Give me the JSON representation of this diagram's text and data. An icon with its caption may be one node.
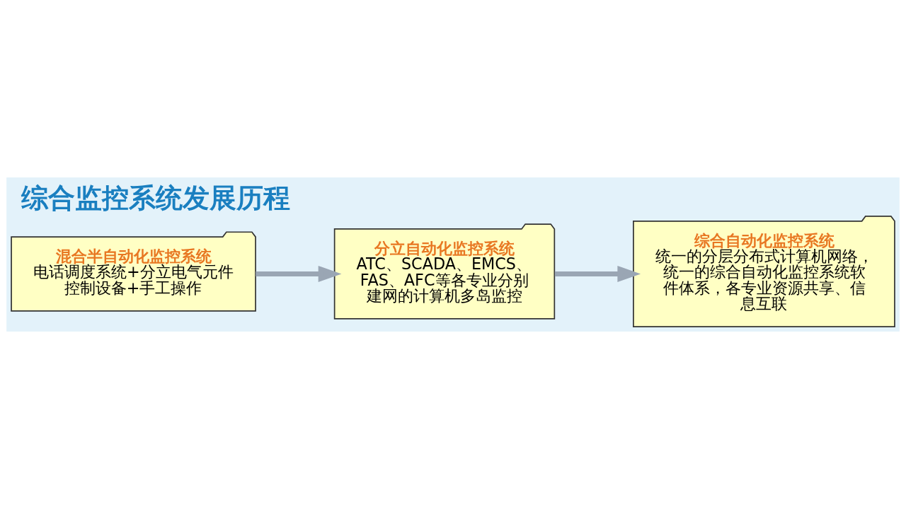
{
  "diagram": {
    "title": "综合监控系统发展历程",
    "nodes": [
      {
        "text": [
          "混合半自动化监控系统",
          "电话调度系统+分立电气元件控制设备+手工操作"
        ]
      },
      {
        "text": [
          "分立自动化监控系统",
          "ATC、SCADA、EMCS、FAS、AFC等各专业分别建网的计算机多岛监控"
        ]
      },
      {
        "text": [
          "综合自动化监控系统",
          "统一的分层分布式计算机网络，统一的综合自动化监控系统软件体系，各专业资源共享、信息互联"
        ]
      }
    ],
    "edges": [
      {
        "from": 0,
        "to": 1,
        "arrow": "to"
      },
      {
        "from": 1,
        "to": 2,
        "arrow": "to"
      }
    ]
  }
}
